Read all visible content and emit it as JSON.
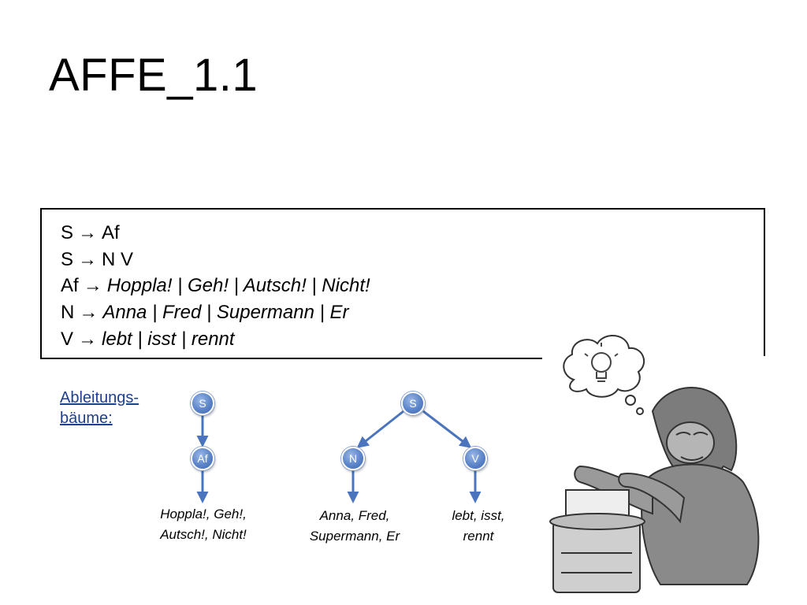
{
  "title": "AFFE_1.1",
  "rules": [
    {
      "lhs": "S",
      "arrow": "→",
      "rhs_plain": "Af",
      "rhs_italic": ""
    },
    {
      "lhs": "S",
      "arrow": "→",
      "rhs_plain": "N V",
      "rhs_italic": ""
    },
    {
      "lhs": "Af",
      "arrow": "→",
      "rhs_plain": "",
      "rhs_italic": "Hoppla! | Geh! | Autsch! | Nicht!"
    },
    {
      "lhs": "N",
      "arrow": "→",
      "rhs_plain": "",
      "rhs_italic": "Anna | Fred | Supermann | Er"
    },
    {
      "lhs": "V",
      "arrow": "→",
      "rhs_plain": "",
      "rhs_italic": "lebt | isst | rennt"
    }
  ],
  "derivation": {
    "label_line1": "Ableitungs-",
    "label_line2": "bäume:",
    "tree1": {
      "root": "S",
      "child": "Af",
      "leaf_line1": "Hoppla!, Geh!,",
      "leaf_line2": "Autsch!, Nicht!"
    },
    "tree2": {
      "root": "S",
      "left": "N",
      "right": "V",
      "left_leaf_line1": "Anna, Fred,",
      "left_leaf_line2": "Supermann, Er",
      "right_leaf_line1": "lebt, isst,",
      "right_leaf_line2": "rennt"
    }
  },
  "colors": {
    "node": "#5b84c8",
    "edge": "#4a74bd",
    "label": "#1f3f8f"
  },
  "illustration": "thinking-ape-at-typewriter"
}
